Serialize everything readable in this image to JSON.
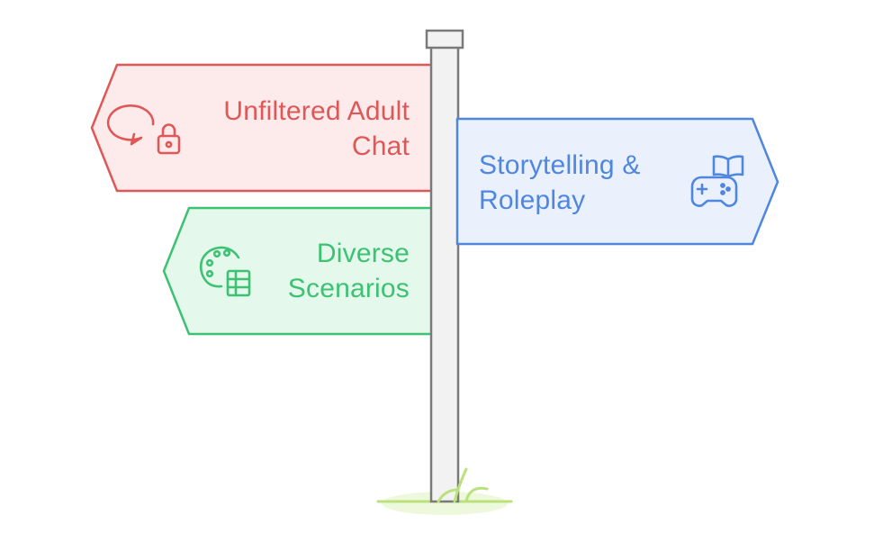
{
  "colors": {
    "red_stroke": "#e05757",
    "red_fill": "#fdeaea",
    "red_text": "#e05757",
    "blue_stroke": "#4f86e0",
    "blue_fill": "#eaf1fd",
    "blue_text": "#4f86e0",
    "green_stroke": "#3cc272",
    "green_fill": "#e4f8ec",
    "green_text": "#3cc272",
    "post_stroke": "#7a7a7a",
    "post_fill": "#f2f2f2",
    "grass": "#b9e37a",
    "grass_ground": "#eef8dd"
  },
  "signs": [
    {
      "id": "unfiltered-adult-chat",
      "direction": "left",
      "color": "red",
      "lines": [
        "Unfiltered Adult",
        "Chat"
      ],
      "icon": "chat-lock-icon"
    },
    {
      "id": "storytelling-roleplay",
      "direction": "right",
      "color": "blue",
      "lines": [
        "Storytelling &",
        "Roleplay"
      ],
      "icon": "book-gamepad-icon"
    },
    {
      "id": "diverse-scenarios",
      "direction": "left",
      "color": "green",
      "lines": [
        "Diverse",
        "Scenarios"
      ],
      "icon": "palette-list-icon"
    }
  ]
}
